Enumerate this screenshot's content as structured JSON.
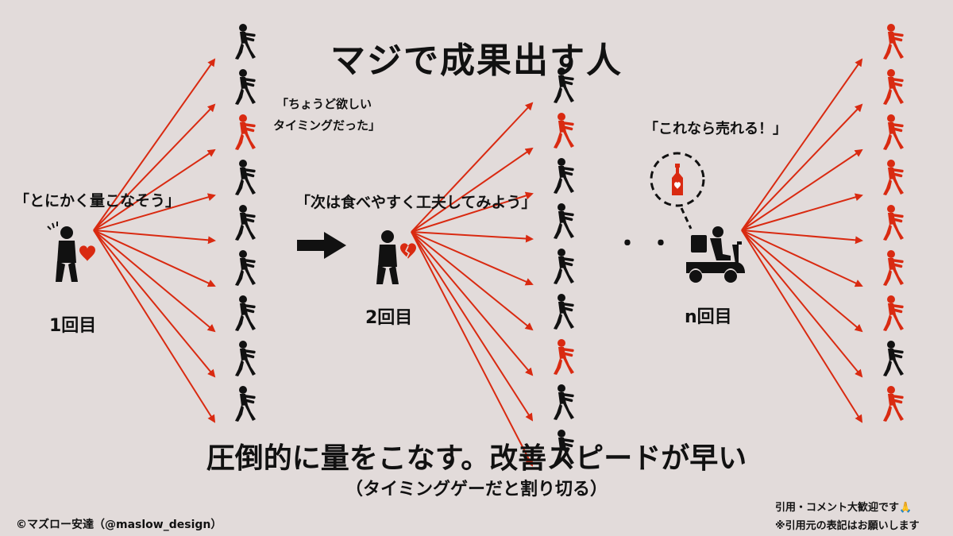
{
  "title": "マジで成果出す人",
  "quotes": {
    "first": "「とにかく量こなそう」",
    "second": "「次は食べやすく工夫してみよう」",
    "mid_line1": "「ちょうど欲しい",
    "mid_line2": "タイミングだった」",
    "third": "「これなら売れる！」"
  },
  "stages": [
    "1回目",
    "2回目",
    "n回目"
  ],
  "dots": "・・・",
  "bottom": {
    "headline": "圧倒的に量をこなす。改善スピードが早い",
    "sub": "（タイミングゲーだと割り切る）"
  },
  "credit": "©マズロー安達（@maslow_design）",
  "notes": [
    "引用・コメント大歓迎です🙏",
    "※引用元の表記はお願いします"
  ],
  "columns": {
    "first": [
      "black",
      "black",
      "red",
      "black",
      "black",
      "black",
      "black",
      "black",
      "black"
    ],
    "second": [
      "black",
      "red",
      "black",
      "black",
      "black",
      "black",
      "red",
      "black",
      "black"
    ],
    "third": [
      "red",
      "red",
      "red",
      "red",
      "red",
      "red",
      "red",
      "black",
      "red"
    ]
  },
  "colors": {
    "background": "#e2dbda",
    "accent": "#d92a11",
    "ink": "#111111"
  },
  "icons": [
    "person-with-heart-icon",
    "person-with-broken-heart-icon",
    "delivery-scooter-icon",
    "bottle-icon",
    "zombie-icon",
    "right-arrow-icon"
  ]
}
